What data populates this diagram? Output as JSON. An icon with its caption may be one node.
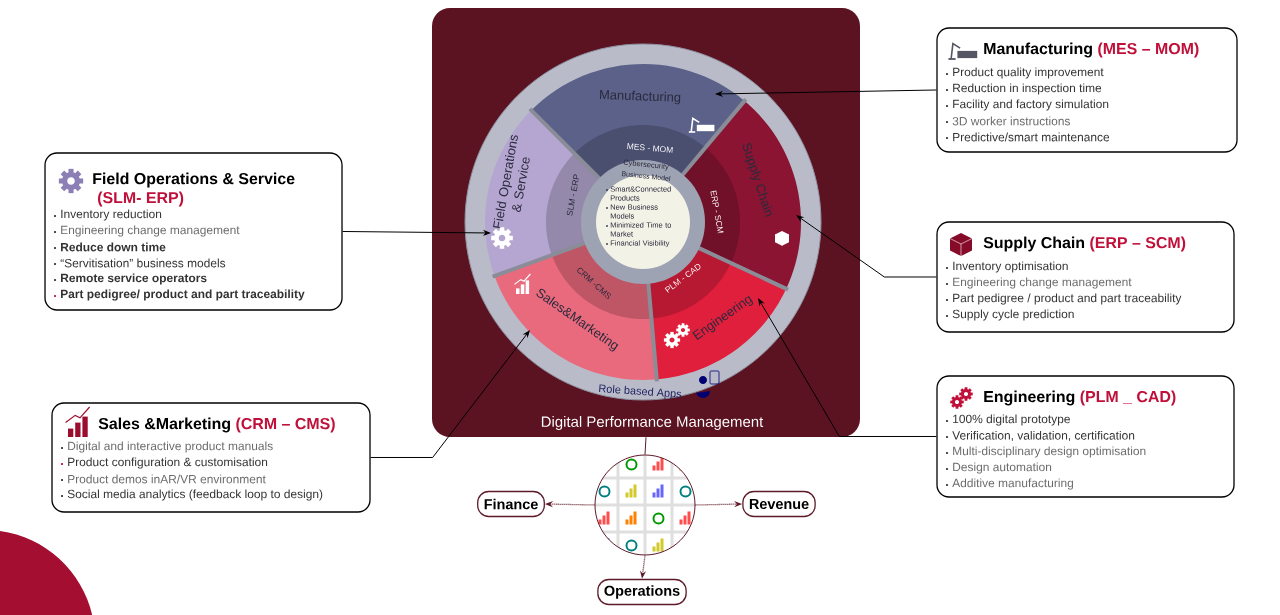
{
  "diagram": {
    "nodes": [
      {
        "text": [
          "Digital Performance Management"
        ]
      },
      {
        "text": [
          "Manufacturing"
        ],
        "in": 0
      },
      {
        "text": [
          "Supply Chain"
        ],
        "in": 0
      },
      {
        "text": [
          "Engineering"
        ],
        "in": 0
      },
      {
        "text": [
          "Sales&Marketing"
        ],
        "in": 0
      },
      {
        "text": [
          "Field Operations & Service"
        ],
        "in": 0
      },
      {
        "text": [
          "MES - MOM"
        ],
        "in": 1
      },
      {
        "text": [
          "ERP - SCM"
        ],
        "in": 2
      },
      {
        "text": [
          "PLM - CAD"
        ],
        "in": 3
      },
      {
        "text": [
          "CRM -CMS"
        ],
        "in": 4
      },
      {
        "text": [
          "SLM - ERP"
        ],
        "in": 5
      },
      {
        "text": [
          "Cybersecurity",
          "Business Model",
          "Smart&Connected Products",
          "New Business Models",
          "Minimized Time to Market",
          "Financial Visibility"
        ],
        "in": 0
      },
      {
        "text": [
          "Manufacturing",
          "(MES – MOM)",
          "Product quality improvement",
          "Reduction in inspection time",
          "Facility and factory simulation",
          "3D worker instructions",
          "Predictive/smart maintenance"
        ]
      },
      {
        "text": [
          "Field Operations & Service",
          "(SLM- ERP)",
          "Inventory reduction",
          "Engineering change management",
          "Reduce down time",
          "“Servitisation” business models",
          "Remote service operators",
          "Part pedigree/ product and part traceability"
        ]
      },
      {
        "text": [
          "Supply Chain",
          "(ERP – SCM)",
          "Inventory optimisation",
          "Engineering change management",
          "Part pedigree / product and part traceability",
          "Supply cycle prediction"
        ]
      },
      {
        "text": [
          "Engineering",
          "(PLM _ CAD)",
          "100% digital prototype",
          "Verification, validation, certification",
          "Multi-disciplinary design optimisation",
          "Design automation",
          "Additive manufacturing"
        ]
      },
      {
        "text": [
          "Sales &Marketing",
          "(CRM – CMS)",
          "Digital and interactive product manuals",
          "Product configuration & customisation",
          "Product demos inAR/VR environment",
          "Social media analytics (feedback loop to design)"
        ]
      },
      {
        "text": [],
        "shape": "picture"
      },
      {
        "text": [
          "Finance"
        ]
      },
      {
        "text": [
          "Revenue"
        ]
      },
      {
        "text": [
          "Operations"
        ]
      }
    ],
    "edges": [
      {
        "from": 12,
        "to": 1,
        "arrow": "to"
      },
      {
        "from": 13,
        "to": 5,
        "arrow": "to"
      },
      {
        "from": 14,
        "to": 2,
        "arrow": "to"
      },
      {
        "from": 15,
        "to": 3,
        "arrow": "to"
      },
      {
        "from": 16,
        "to": 4,
        "arrow": "to"
      },
      {
        "from": 0,
        "to": 17,
        "arrow": "none",
        "color": "#5e1a28"
      },
      {
        "from": 17,
        "to": 18,
        "arrow": "to",
        "style": "dashed",
        "color": "#5e1a28"
      },
      {
        "from": 17,
        "to": 19,
        "arrow": "to",
        "style": "dashed",
        "color": "#5e1a28"
      },
      {
        "from": 17,
        "to": 20,
        "arrow": "to",
        "style": "dashed",
        "color": "#5e1a28"
      }
    ],
    "labels": [
      "Role based Apps"
    ]
  }
}
